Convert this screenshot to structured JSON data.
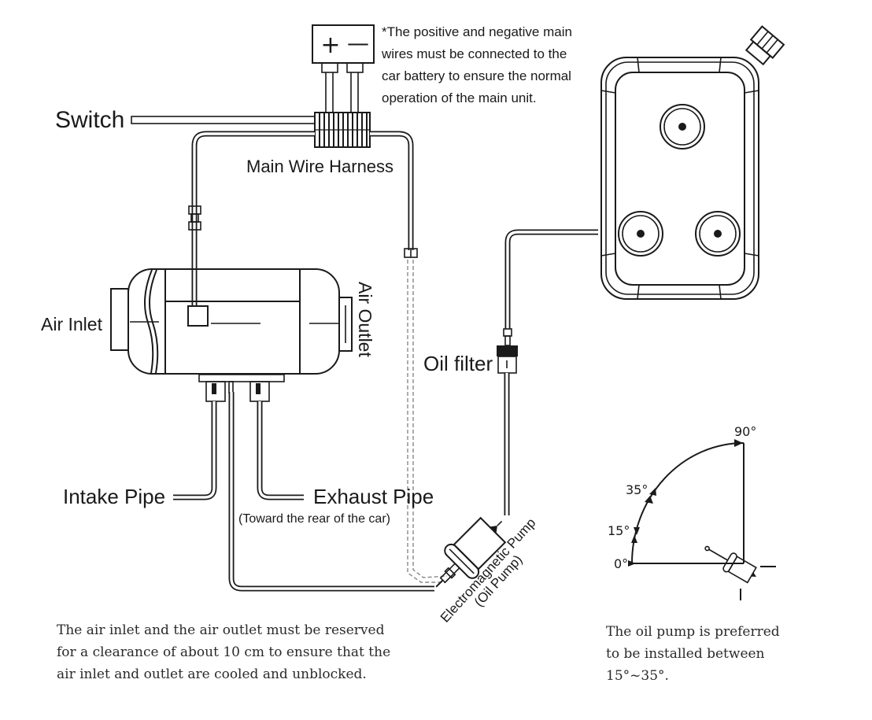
{
  "labels": {
    "switch": "Switch",
    "main_wire_harness": "Main Wire Harness",
    "air_inlet": "Air Inlet",
    "air_outlet": "Air Outlet",
    "oil_filter": "Oil filter",
    "intake_pipe": "Intake Pipe",
    "exhaust_pipe": "Exhaust Pipe",
    "exhaust_note": "(Toward the rear of the car)",
    "pump_line1": "Electromagnetic Pump",
    "pump_line2": "(Oil Pump)",
    "battery_plus": "+",
    "battery_minus": "—"
  },
  "battery_note": {
    "lines": [
      "*The positive and negative main",
      "wires must be connected to the",
      "car battery to ensure the normal",
      "operation of the main unit."
    ]
  },
  "clearance_note": {
    "lines": [
      "The air inlet and the air outlet must be reserved",
      "for a clearance of about 10 cm to ensure that the",
      "air inlet and outlet are cooled and unblocked."
    ]
  },
  "angle_diagram": {
    "angles": [
      "0°",
      "15°",
      "35°",
      "90°"
    ],
    "preferred_range": "15°~35°",
    "note_lines": [
      "The oil pump is preferred",
      "to be installed between",
      "15°~35°."
    ]
  }
}
